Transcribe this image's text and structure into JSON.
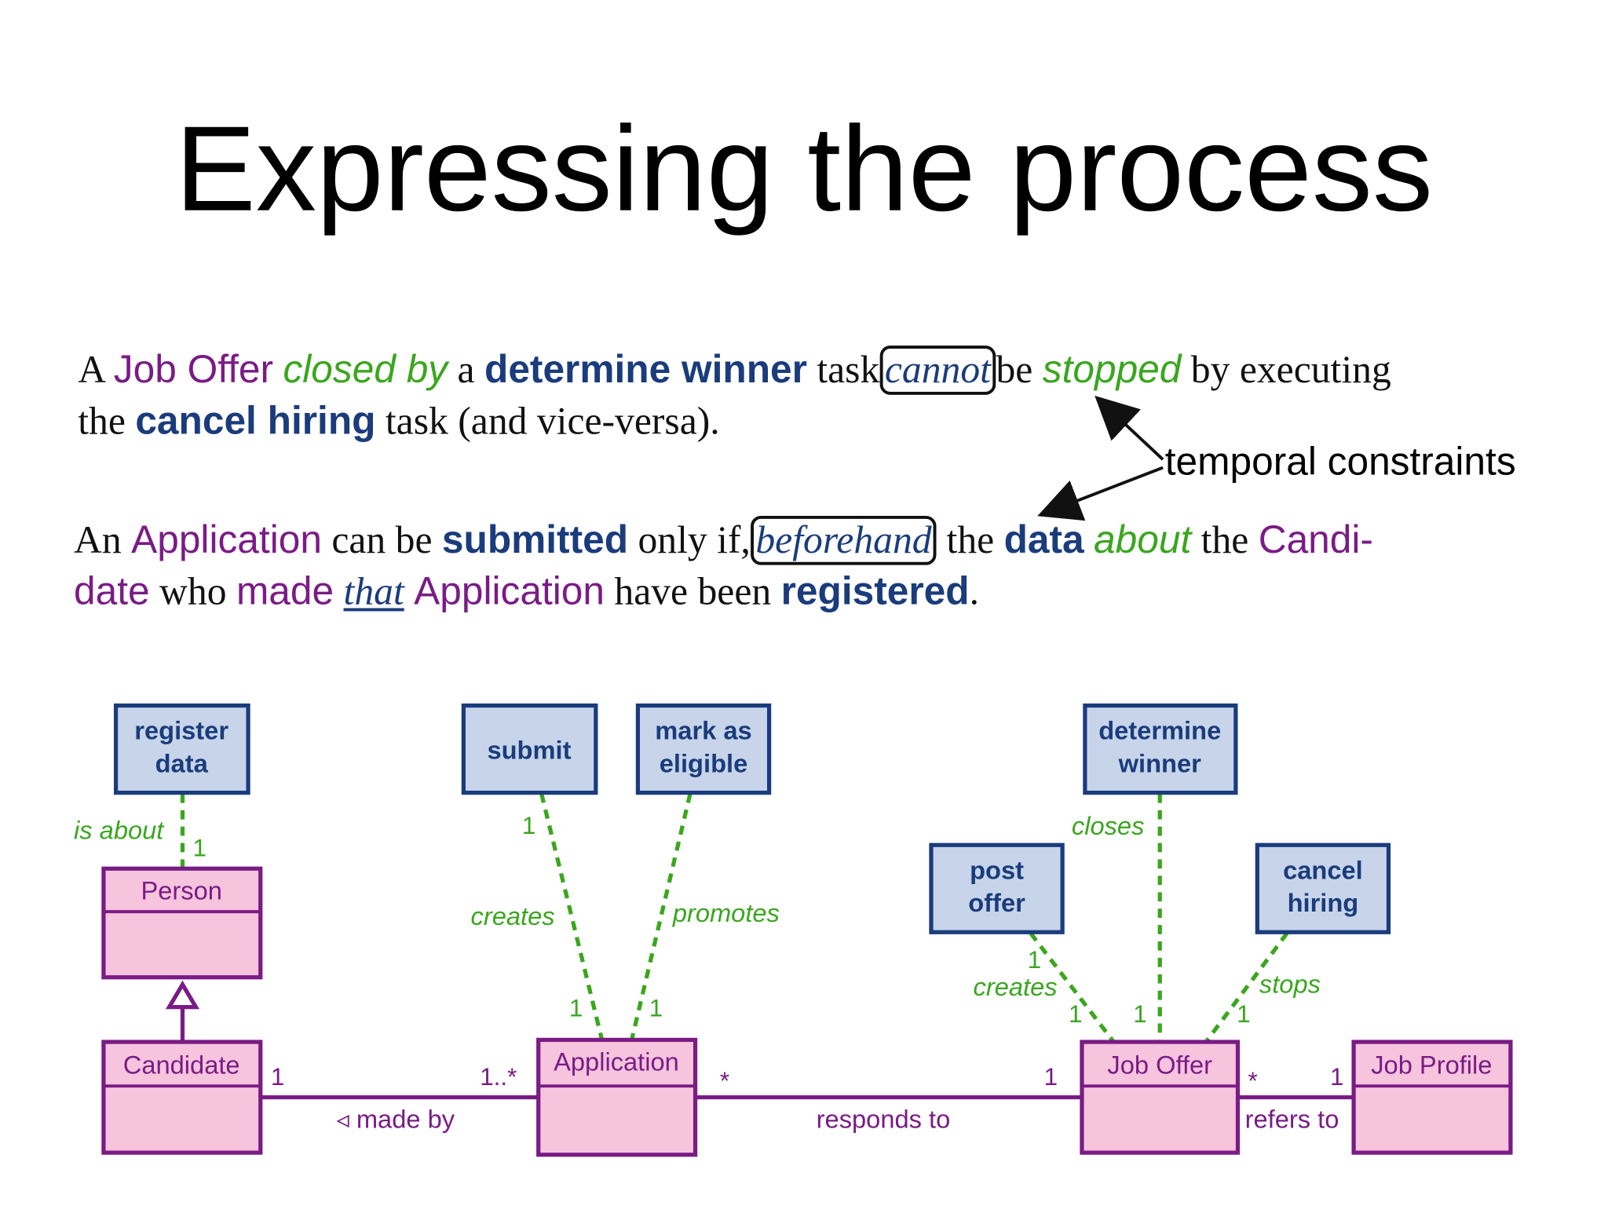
{
  "title": "Expressing the process",
  "paragraph1": {
    "line1": {
      "t1": "A ",
      "job_offer": "Job Offer",
      "t2": " ",
      "closed_by": "closed by",
      "t3": " a ",
      "determine_winner": "determine winner",
      "t4": " task",
      "cannot": "cannot",
      "t5": "be ",
      "stopped": "stopped",
      "t6": " by executing"
    },
    "line2": {
      "t1": "the ",
      "cancel_hiring": "cancel hiring",
      "t2": " task (and vice-versa)."
    }
  },
  "paragraph2": {
    "line1": {
      "t1": "An ",
      "application": "Application",
      "t2": " can be ",
      "submitted": "submitted",
      "t3": " only if,",
      "beforehand": "beforehand",
      "t4": " the ",
      "data": "data",
      "t5": " ",
      "about": "about",
      "t6": " the ",
      "candi": "Candi-"
    },
    "line2": {
      "date": "date",
      "t1": " who ",
      "made": "made",
      "t2": " ",
      "that": "that",
      "t3": " ",
      "application": "Application",
      "t4": " have been ",
      "registered": "registered",
      "t5": "."
    }
  },
  "callout": "temporal constraints",
  "diagram": {
    "tasks": {
      "register_data": [
        "register",
        "data"
      ],
      "submit": [
        "submit"
      ],
      "mark_as_eligible": [
        "mark as",
        "eligible"
      ],
      "determine_winner": [
        "determine",
        "winner"
      ],
      "post_offer": [
        "post",
        "offer"
      ],
      "cancel_hiring": [
        "cancel",
        "hiring"
      ]
    },
    "classes": {
      "person": "Person",
      "candidate": "Candidate",
      "application": "Application",
      "job_offer": "Job Offer",
      "job_profile": "Job Profile"
    },
    "links": {
      "is_about": "is about",
      "is_about_mult": "1",
      "submit_creates": "creates",
      "submit_mult_top": "1",
      "submit_mult_bottom": "1",
      "promotes": "promotes",
      "promotes_mult": "1",
      "closes": "closes",
      "closes_mult": "1",
      "post_creates": "creates",
      "post_mult_top": "1",
      "post_mult_bottom": "1",
      "stops": "stops",
      "stops_mult": "1"
    },
    "associations": {
      "made_by": "◃ made by",
      "made_by_left": "1",
      "made_by_right": "1..*",
      "responds_to": "responds to",
      "responds_left": "*",
      "responds_right": "1",
      "refers_to": "refers to",
      "refers_left": "*",
      "refers_right": "1"
    }
  },
  "colors": {
    "object": "#7a1b86",
    "activity": "#1a3c7c",
    "relation": "#3aa61e",
    "task_fill": "#c7d4e9",
    "class_fill": "#f6c4dd"
  }
}
